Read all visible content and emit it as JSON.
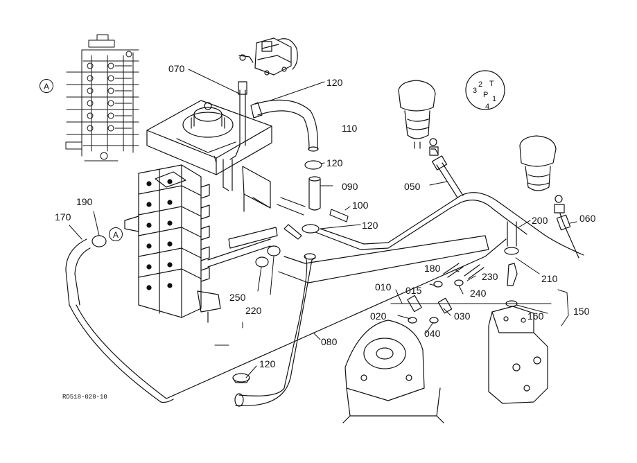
{
  "markers": {
    "A_top": "A",
    "A_mid": "A"
  },
  "code": "RD518-028-10",
  "part_labels": {
    "p070": "070",
    "p120a": "120",
    "p110": "110",
    "p120b": "120",
    "p090": "090",
    "p100": "100",
    "p120c": "120",
    "p050": "050",
    "p200": "200",
    "p060": "060",
    "p190": "190",
    "p170": "170",
    "p250": "250",
    "p220": "220",
    "p180": "180",
    "p230": "230",
    "p010": "010",
    "p015": "015",
    "p240": "240",
    "p210": "210",
    "p020": "020",
    "p030": "030",
    "p160": "160",
    "p150": "150",
    "p040": "040",
    "p080": "080",
    "p120d": "120"
  },
  "port_numbers": {
    "n1": "1",
    "n2": "2",
    "n3": "3",
    "n4": "4",
    "nP": "P",
    "nT": "T"
  }
}
